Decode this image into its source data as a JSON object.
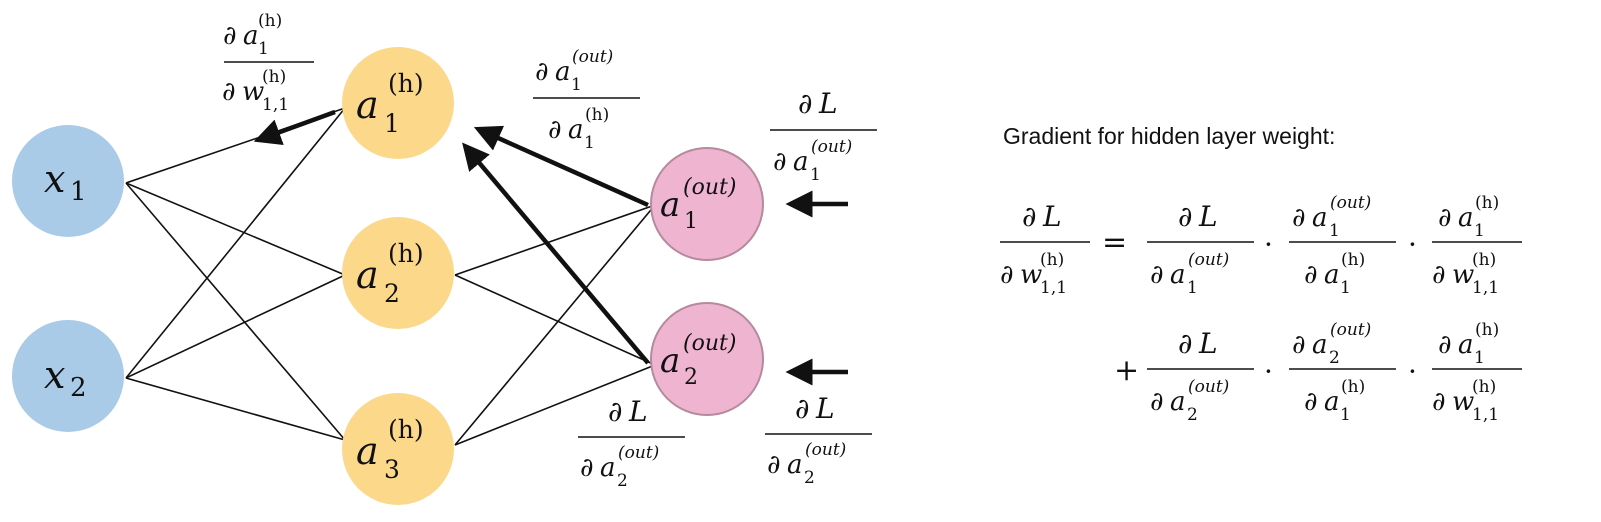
{
  "title": "Gradient for hidden layer weight:",
  "colors": {
    "input_node": "#a9cbe8",
    "hidden_node": "#fcd88b",
    "output_node": "#efb5d0",
    "output_stroke": "#b58a9c",
    "edge": "#111111"
  },
  "symbols": {
    "partial": "∂",
    "loss": "L",
    "a": "a",
    "w": "w",
    "x": "x",
    "sup_h": "(h)",
    "sup_out": "(out)",
    "sub_11": "1,1",
    "plus": "+",
    "equals": "=",
    "dot": "·"
  },
  "nodes": {
    "inputs": [
      {
        "id": "x1",
        "base": "x",
        "sub": "1"
      },
      {
        "id": "x2",
        "base": "x",
        "sub": "2"
      }
    ],
    "hidden": [
      {
        "id": "a1h",
        "base": "a",
        "sub": "1",
        "sup": "(h)"
      },
      {
        "id": "a2h",
        "base": "a",
        "sub": "2",
        "sup": "(h)"
      },
      {
        "id": "a3h",
        "base": "a",
        "sub": "3",
        "sup": "(h)"
      }
    ],
    "outputs": [
      {
        "id": "a1out",
        "base": "a",
        "sub": "1",
        "sup": "(out)"
      },
      {
        "id": "a2out",
        "base": "a",
        "sub": "2",
        "sup": "(out)"
      }
    ]
  }
}
